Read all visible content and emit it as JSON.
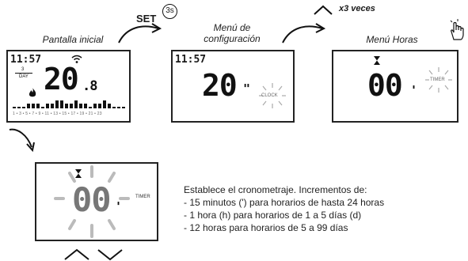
{
  "steps": {
    "home": {
      "caption": "Pantalla inicial",
      "time": "11:57",
      "day_num": "3",
      "day_label": "DAY",
      "temp_int": "20",
      "temp_dec": ".8",
      "hour_axis": "1 • 3 • 5 • 7 • 9 • 11 • 13 • 15 • 17 • 19 • 21 • 23"
    },
    "config": {
      "caption_line1": "Menú de",
      "caption_line2": "configuración",
      "time": "11:57",
      "value": "20",
      "side_mark": "\"",
      "badge": "CLOCK"
    },
    "hours": {
      "caption": "Menú Horas",
      "value": "00",
      "side_mark": "'",
      "badge": "TIMER"
    },
    "timer_edit": {
      "value": "00",
      "side_mark": "'",
      "badge": "TIMER"
    }
  },
  "transitions": {
    "set_label": "SET",
    "set_hold": "3s",
    "up_times": "x3 veces"
  },
  "description": {
    "intro": "Establece el cronometraje. Incrementos de:",
    "items": [
      "- 15 minutos (') para horarios de hasta 24 horas",
      "- 1 hora (h) para horarios de 1 a 5 días (d)",
      "- 12 horas para horarios de 5 a 99 días"
    ]
  },
  "icons": [
    "wifi-icon",
    "flame-icon",
    "hourglass-icon",
    "hand-pointer-icon",
    "up-arrow-icon",
    "down-arrow-icon",
    "curved-arrow-icon"
  ]
}
